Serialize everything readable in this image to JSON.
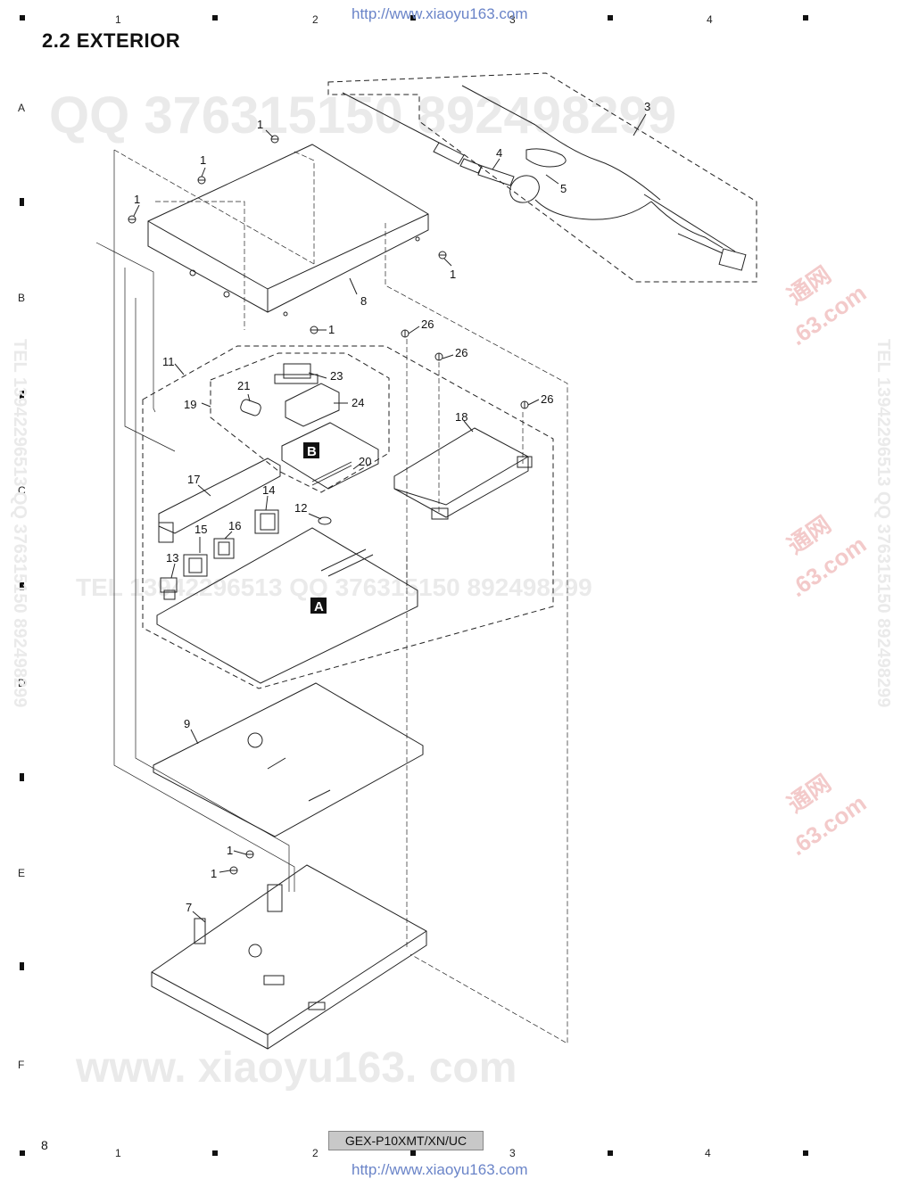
{
  "page": {
    "section_title": "2.2  EXTERIOR",
    "url_top": "http://www.xiaoyu163.com",
    "url_bottom": "http://www.xiaoyu163.com",
    "page_number": "8",
    "model": "GEX-P10XMT/XN/UC"
  },
  "grid": {
    "columns": [
      "1",
      "2",
      "3",
      "4"
    ],
    "rows": [
      "A",
      "B",
      "C",
      "D",
      "E",
      "F"
    ]
  },
  "watermarks": {
    "qq_top": "QQ 376315150  892498299",
    "tel_middle": "TEL 13942296513    QQ 376315150 892498299",
    "vertical_left": "TEL 13942296513  QQ 376315150  892498299",
    "vertical_right": "TEL 13942296513  QQ 376315150  892498299",
    "site_bottom": "www. xiaoyu163. com",
    "cn_stamp": "通网",
    "cn_stamp_sub": ".63.com"
  },
  "callouts": {
    "c1a": "1",
    "c1b": "1",
    "c1c": "1",
    "c1d": "1",
    "c1e": "1",
    "c1f": "1",
    "c1g": "1",
    "c3": "3",
    "c4": "4",
    "c5": "5",
    "c7": "7",
    "c8": "8",
    "c9": "9",
    "c11": "11",
    "c12": "12",
    "c13": "13",
    "c14": "14",
    "c15": "15",
    "c16": "16",
    "c17": "17",
    "c18": "18",
    "c19": "19",
    "c20": "20",
    "c21": "21",
    "c23": "23",
    "c24": "24",
    "c26a": "26",
    "c26b": "26",
    "c26c": "26",
    "boxA": "A",
    "boxB": "B"
  }
}
